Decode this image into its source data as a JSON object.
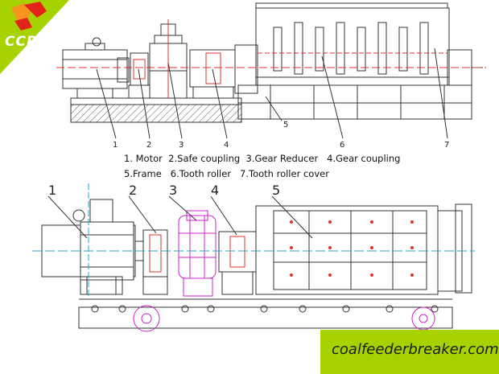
{
  "brand": {
    "name": "CCRB",
    "colors": {
      "green": "#a6d200",
      "logo_red": "#e2231a",
      "logo_orange": "#f7941d"
    }
  },
  "callouts_top": [
    "1",
    "2",
    "3",
    "4",
    "5",
    "6",
    "7"
  ],
  "callouts_bottom": [
    "1",
    "2",
    "3",
    "4",
    "5"
  ],
  "legend": {
    "line1": [
      "1. Motor",
      "2.Safe coupling",
      "3.Gear Reducer",
      "4.Gear coupling"
    ],
    "line2": [
      "5.Frame",
      "6.Tooth roller",
      "7.Tooth roller cover"
    ]
  },
  "website": "coalfeederbreaker.com",
  "colors": {
    "line": "#333333",
    "red": "#e03030",
    "magenta": "#cc22cc",
    "cyan": "#22aacc"
  }
}
